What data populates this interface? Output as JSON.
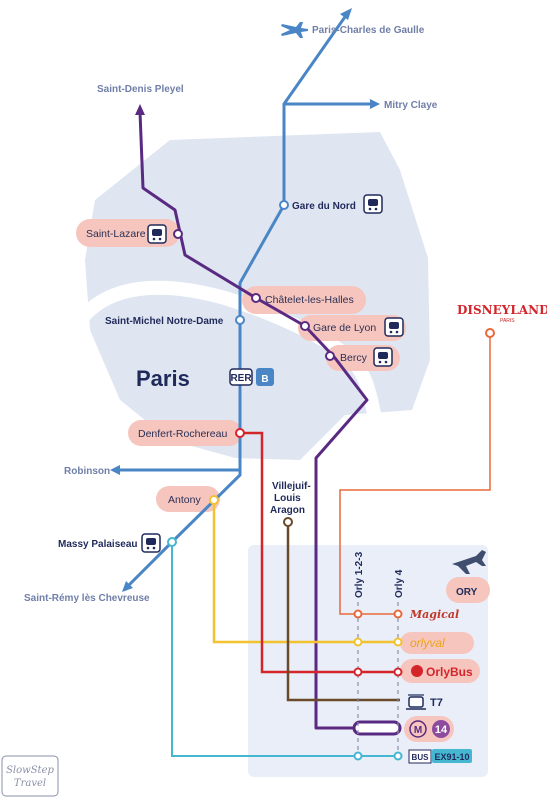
{
  "map": {
    "city_label": "Paris",
    "rer_badge": "RER",
    "rer_line": "B",
    "colors": {
      "rer_b": "#4a86c5",
      "line_14": "#5a2a82",
      "orlyval": "#f2c230",
      "orlybus": "#d4252b",
      "tram_t7": "#6b4a2a",
      "bus_91_10": "#45b7d0",
      "magical_shuttle": "#e86a3b",
      "zone_highlight": "#f6c6be",
      "paris_area": "#dfe6f2",
      "orly_box": "#e9eef8"
    },
    "stations": {
      "cdg": "Paris-Charles de Gaulle",
      "mitry": "Mitry Claye",
      "saint_denis": "Saint-Denis Pleyel",
      "gare_du_nord": "Gare du Nord",
      "saint_lazare": "Saint-Lazare",
      "chatelet": "Châtelet-les-Halles",
      "saint_michel": "Saint-Michel Notre-Dame",
      "gare_de_lyon": "Gare de Lyon",
      "bercy": "Bercy",
      "denfert": "Denfert-Rochereau",
      "robinson": "Robinson",
      "antony": "Antony",
      "villejuif": [
        "Villejuif-",
        "Louis",
        "Aragon"
      ],
      "massy": "Massy Palaiseau",
      "saint_remy": "Saint-Rémy lès Chevreuse"
    },
    "disneyland": {
      "logo_text": "DISNEYLAND",
      "logo_sub": "PARIS"
    },
    "orly": {
      "terminal_1": "Orly 1-2-3",
      "terminal_2": "Orly 4",
      "airport_code": "ORY",
      "services": {
        "magical": "Magical",
        "orlyval": "orlyval",
        "orlybus": "OrlyBus",
        "tram": "T7",
        "metro_badge": "M",
        "metro_line": "14",
        "bus_badge": "BUS",
        "bus_line": "EX91-10"
      }
    },
    "watermark": [
      "SlowStep",
      "Travel"
    ]
  }
}
